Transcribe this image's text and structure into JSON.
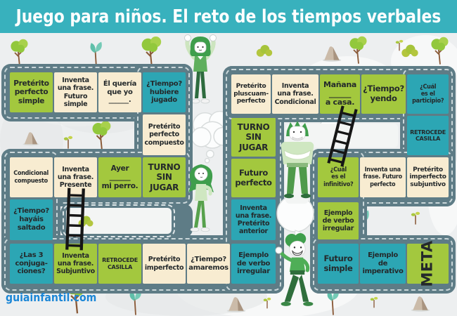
{
  "title": {
    "text": "Juego para niños. El reto de los tiempos verbales"
  },
  "watermark": {
    "text": "guiainfantil.com"
  },
  "colors": {
    "title_bg": "#38b1bd",
    "title_text": "#ffffff",
    "board_bg": "#edeff0",
    "road": "#5e7c86",
    "road_dash": "#dfe7e9",
    "cell_green": "#a3c83e",
    "cell_cream": "#f8ecd1",
    "cell_teal": "#2ca6b4",
    "cell_text": "#24292b",
    "courtyard": "#f3f5f4",
    "link_blue": "#1b86d6"
  },
  "board": {
    "cells": [
      {
        "label": "Pretérito\nperfecto\nsimple",
        "type": "green"
      },
      {
        "label": "Inventa\nuna frase.\nFuturo\nsimple",
        "type": "cream"
      },
      {
        "label": "Él quería\nque yo\n______.",
        "type": "cream"
      },
      {
        "label": "¿Tiempo?\nhubiere\njugado",
        "type": "teal"
      },
      {
        "label": "Pretérito\nperfecto\ncompuesto",
        "type": "cream"
      },
      {
        "label": "TURNO\nSIN\nJUGAR",
        "type": "green"
      },
      {
        "label": "Ayer\n______\nmi perro.",
        "type": "green"
      },
      {
        "label": "Inventa\nuna frase.\nPresente",
        "type": "cream"
      },
      {
        "label": "Condicional\ncompuesto",
        "type": "cream"
      },
      {
        "label": "¿Tiempo?\nhayáis\nsaltado",
        "type": "teal"
      },
      {
        "label": "¿Las 3\nconjuga-\nciones?",
        "type": "teal"
      },
      {
        "label": "Inventa\nuna frase.\nSubjuntivo",
        "type": "green"
      },
      {
        "label": "RETROCEDE\nCASILLA",
        "type": "green"
      },
      {
        "label": "Pretérito\nimperfecto",
        "type": "cream"
      },
      {
        "label": "¿Tiempo?\namaremos",
        "type": "cream"
      },
      {
        "label": "Ejemplo\nde verbo\nirregular",
        "type": "teal"
      },
      {
        "label": "Inventa\nuna frase.\nPretérito\nanterior",
        "type": "teal"
      },
      {
        "label": "Futuro\nperfecto",
        "type": "green"
      },
      {
        "label": "TURNO\nSIN\nJUGAR",
        "type": "green"
      },
      {
        "label": "Pretérito\npluscuam-\nperfecto",
        "type": "cream"
      },
      {
        "label": "Inventa\nuna frase.\nCondicional",
        "type": "cream"
      },
      {
        "label": "Mañana\n______\na casa.",
        "type": "green"
      },
      {
        "label": "¿Tiempo?\nyendo",
        "type": "green"
      },
      {
        "label": "¿Cuál\nes el\nparticipio?",
        "type": "teal"
      },
      {
        "label": "RETROCEDE\nCASILLA",
        "type": "teal"
      },
      {
        "label": "Pretérito\nimperfecto\nsubjuntivo",
        "type": "cream"
      },
      {
        "label": "Inventa una\nfrase. Futuro\nperfecto",
        "type": "cream"
      },
      {
        "label": "¿Cuál\nes el\ninfinitivo?",
        "type": "green"
      },
      {
        "label": "Ejemplo\nde verbo\nirregular",
        "type": "green"
      },
      {
        "label": "Futuro\nsimple",
        "type": "teal"
      },
      {
        "label": "Ejemplo\nde\nimperativo",
        "type": "teal"
      },
      {
        "label": "META",
        "type": "green"
      }
    ]
  },
  "decor": {
    "characters": [
      "girl-arms-raised",
      "boy-arms-crossed",
      "girl-hand-on-hip",
      "boy-smiling"
    ],
    "props": [
      "speech-bubble",
      "thought-bubble",
      "ladder",
      "tree",
      "bush",
      "sprout",
      "rock",
      "cloud"
    ]
  }
}
